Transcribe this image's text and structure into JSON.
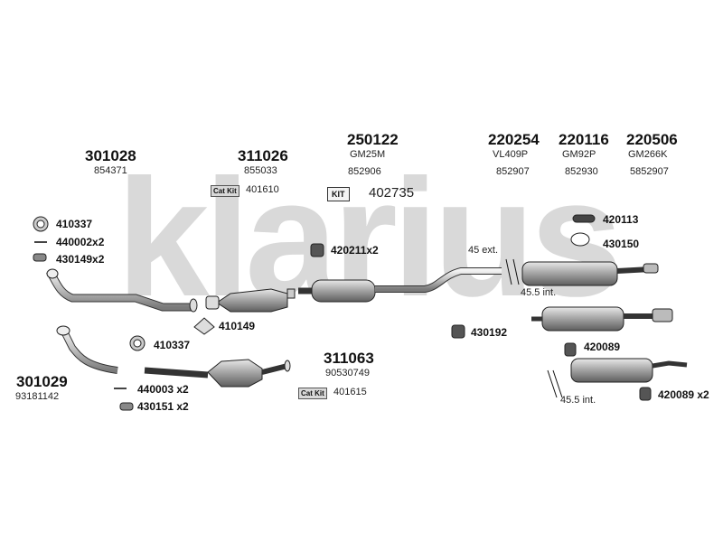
{
  "watermark": "klarius",
  "groups": {
    "g301028": {
      "part": "301028",
      "ref": "854371"
    },
    "g311026": {
      "part": "311026",
      "ref": "855033",
      "catkit": "Cat Kit",
      "catkit_ref": "401610"
    },
    "g250122": {
      "part": "250122",
      "ref1": "GM25M",
      "ref2": "852906",
      "kit": "KIT",
      "kit_ref": "402735"
    },
    "g220254": {
      "part": "220254",
      "ref1": "VL409P",
      "ref2": "852907"
    },
    "g220116": {
      "part": "220116",
      "ref1": "GM92P",
      "ref2": "852930"
    },
    "g220506": {
      "part": "220506",
      "ref1": "GM266K",
      "ref2": "5852907"
    },
    "g311063": {
      "part": "311063",
      "ref": "90530749",
      "catkit": "Cat Kit",
      "catkit_ref": "401615"
    },
    "g301029": {
      "part": "301029",
      "ref": "93181142"
    }
  },
  "fittings": {
    "f410337a": "410337",
    "f440002": "440002x2",
    "f430149": "430149x2",
    "f410149": "410149",
    "f410337b": "410337",
    "f440003": "440003 x2",
    "f430151": "430151 x2",
    "f420211": "420211x2",
    "f430192": "430192",
    "f420113": "420113",
    "f430150": "430150",
    "f420089a": "420089",
    "f420089b": "420089 x2"
  },
  "notes": {
    "ext45": "45 ext.",
    "int455a": "45.5 int.",
    "int455b": "45.5 int."
  }
}
